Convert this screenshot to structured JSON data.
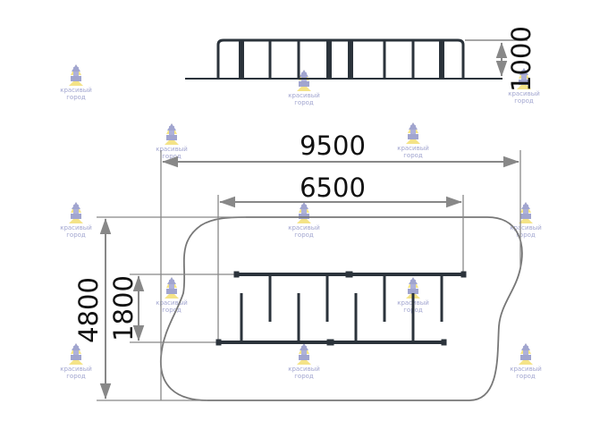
{
  "dimensions": {
    "side_height": "1000",
    "total_width": "9500",
    "inner_width": "6500",
    "total_depth": "4800",
    "inner_depth": "1800"
  },
  "watermark": {
    "line1": "красивый",
    "line2": "город",
    "color": "#8a8fc4",
    "accent": "#f2dc6a"
  },
  "colors": {
    "dimension_line": "#888888",
    "rack": "#2b333b",
    "area_outline": "#777777",
    "text": "#111111"
  }
}
